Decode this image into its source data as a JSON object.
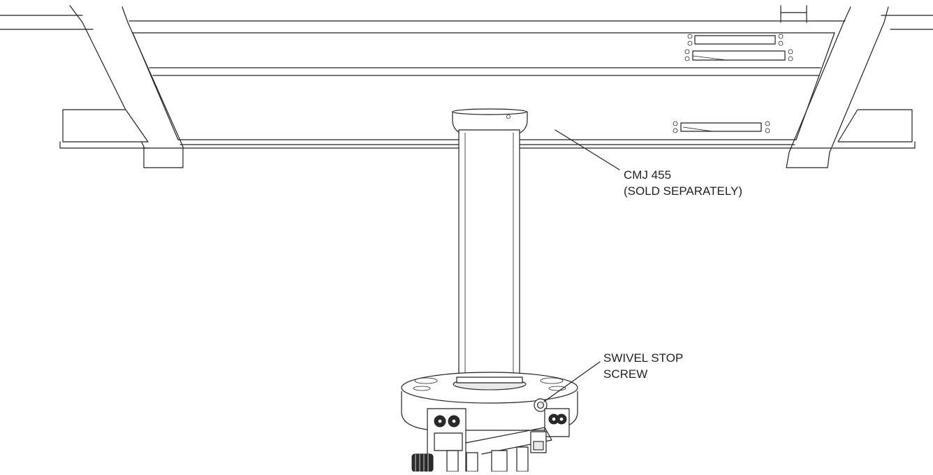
{
  "callouts": {
    "cmj455": {
      "line1": "CMJ 455",
      "line2": "(SOLD SEPARATELY)"
    },
    "swivel_stop": {
      "line1": "SWIVEL STOP",
      "line2": "SCREW"
    }
  },
  "colors": {
    "line": "#231f20",
    "background": "#ffffff",
    "shade": "#e9e9e9"
  }
}
